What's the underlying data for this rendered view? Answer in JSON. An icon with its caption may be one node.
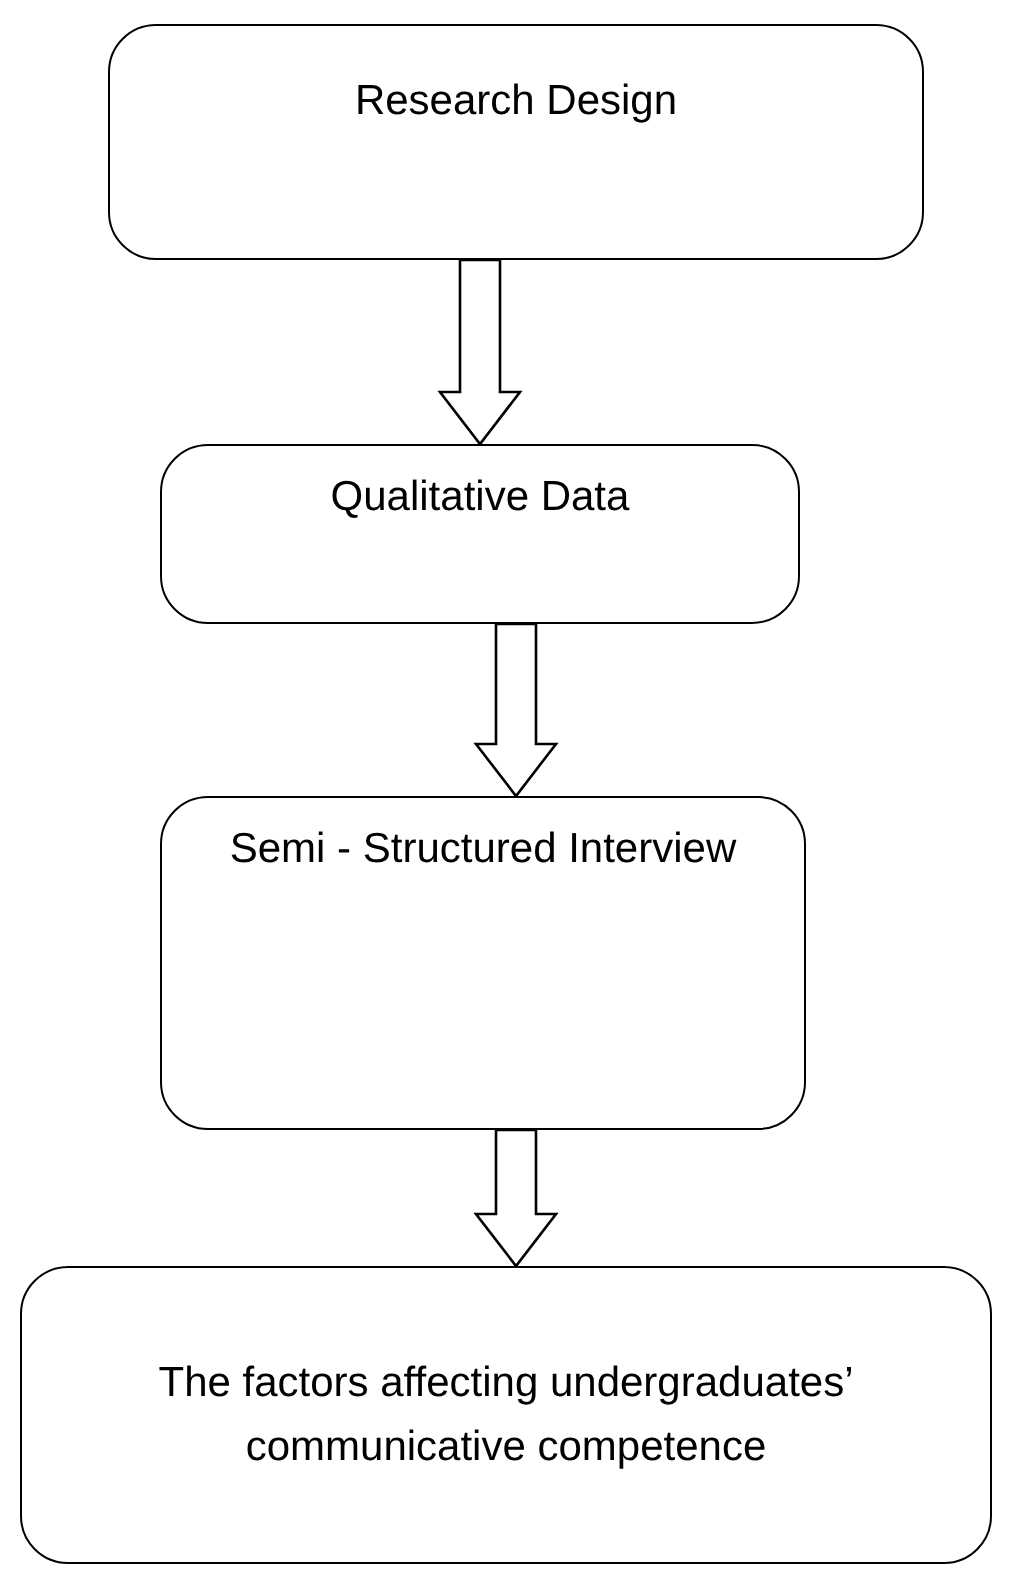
{
  "diagram": {
    "nodes": [
      {
        "text": [
          "Research Design"
        ]
      },
      {
        "text": [
          "Qualitative Data"
        ]
      },
      {
        "text": [
          "Semi - Structured Interview"
        ]
      },
      {
        "text": [
          "The factors affecting undergraduates’ communicative competence"
        ]
      }
    ],
    "edges": [
      {
        "from": 0,
        "to": 1,
        "arrow": "to"
      },
      {
        "from": 1,
        "to": 2,
        "arrow": "to"
      },
      {
        "from": 2,
        "to": 3,
        "arrow": "to"
      }
    ]
  }
}
